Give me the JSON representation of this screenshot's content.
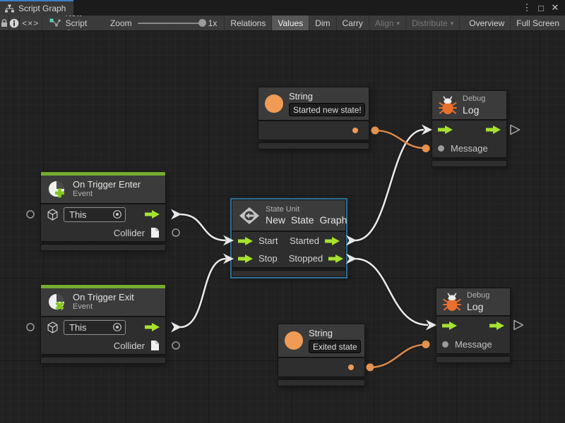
{
  "window": {
    "tab_title": "Script Graph",
    "controls": {
      "menu_glyph": "⋮",
      "maximize_glyph": "□",
      "close_glyph": "✕"
    }
  },
  "toolbar": {
    "code_toggle_glyph": "<×>",
    "graph_name": "New Script Graph",
    "zoom_label": "Zoom",
    "zoom_value": "1x",
    "caret_glyph": "▾",
    "buttons": [
      {
        "label": "Relations"
      },
      {
        "label": "Values"
      },
      {
        "label": "Dim"
      },
      {
        "label": "Carry"
      },
      {
        "label": "Align"
      },
      {
        "label": "Distribute"
      },
      {
        "label": "Overview"
      },
      {
        "label": "Full Screen"
      }
    ]
  },
  "nodes": {
    "string_top": {
      "title": "String",
      "value": "Started new state!"
    },
    "string_bottom": {
      "title": "String",
      "value": "Exited state"
    },
    "debug_top": {
      "kind": "Debug",
      "title": "Log",
      "message_label": "Message"
    },
    "debug_bottom": {
      "kind": "Debug",
      "title": "Log",
      "message_label": "Message"
    },
    "on_trigger_enter": {
      "title": "On Trigger Enter",
      "subtitle": "Event",
      "target_value": "This",
      "collider_label": "Collider"
    },
    "on_trigger_exit": {
      "title": "On Trigger Exit",
      "subtitle": "Event",
      "target_value": "This",
      "collider_label": "Collider"
    },
    "state_unit": {
      "kind": "State Unit",
      "title": "New State Graph",
      "ports": {
        "start": "Start",
        "stop": "Stop",
        "started": "Started",
        "stopped": "Stopped"
      }
    }
  },
  "icons": {
    "tab": "hierarchy-icon",
    "lock": "lock-icon",
    "info": "info-icon",
    "code": "code-toggle-icon",
    "graph": "graph-icon",
    "event_enter": "event-enter-icon",
    "event_exit": "event-exit-icon",
    "gameobject": "cube-icon",
    "picker": "target-icon",
    "collider": "document-icon",
    "state": "state-machine-icon",
    "debug": "bug-icon",
    "string": "orange-circle-icon"
  },
  "colors": {
    "flow_green": "#a6e32f",
    "event_bar_green": "#74ac2f",
    "value_orange": "#ef9a55",
    "wire_orange": "#d8884a",
    "selection_blue": "#2e7096",
    "canvas_bg": "#212121",
    "node_header": "#3b3b3b",
    "node_body": "#2e2e2e",
    "tab_accent": "#3f7fc4"
  }
}
